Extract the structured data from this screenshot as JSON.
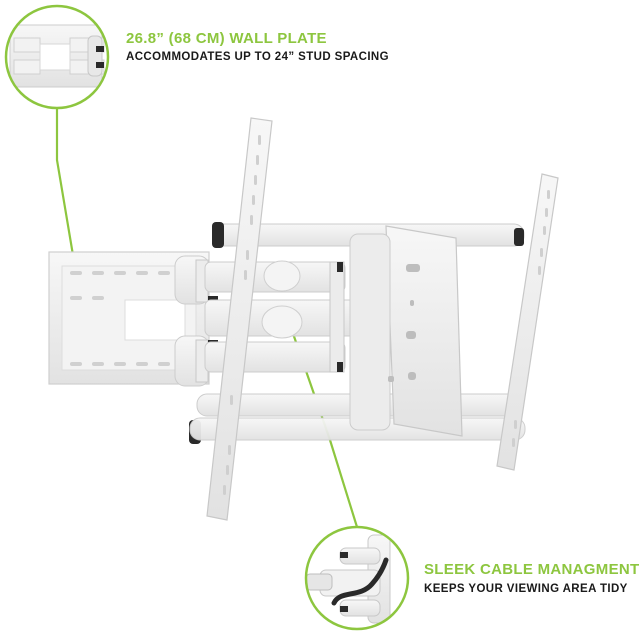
{
  "callouts": {
    "wall_plate": {
      "title": "26.8” (68 CM) WALL PLATE",
      "subtitle": "ACCOMMODATES UP TO 24” STUD SPACING",
      "icon": "wall-plate-detail-icon"
    },
    "cable": {
      "title": "SLEEK CABLE MANAGMENT",
      "subtitle": "KEEPS YOUR VIEWING AREA TIDY",
      "icon": "cable-management-detail-icon"
    }
  },
  "colors": {
    "accent": "#8dc63f",
    "text": "#1a1a1a",
    "metal": "#eeeeee",
    "metal_edge": "#cfcfcf",
    "rubber": "#2a2a2a"
  },
  "product_image": "tv-wall-mount-bracket"
}
